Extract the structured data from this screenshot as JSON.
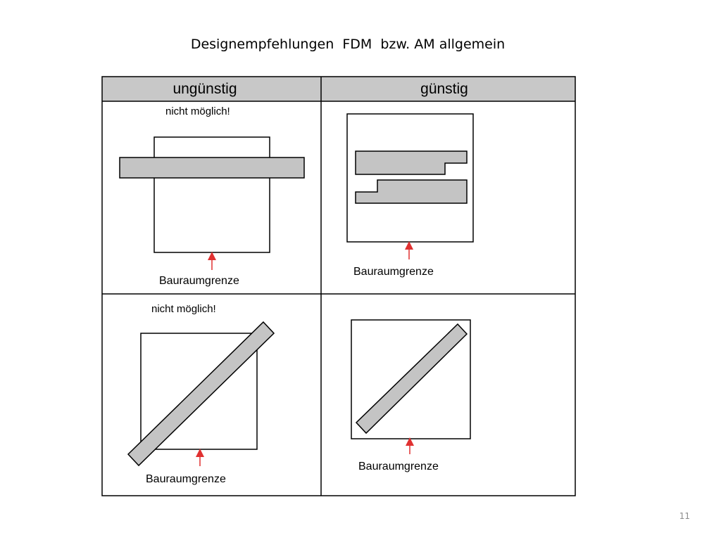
{
  "slide": {
    "title": "Designempfehlungen  FDM  bzw. AM allgemein",
    "page_number": "11"
  },
  "table": {
    "headers": {
      "left": "ungünstig",
      "right": "günstig"
    },
    "cells": {
      "top_left": {
        "note": "nicht möglich!",
        "label": "Bauraumgrenze"
      },
      "top_right": {
        "label": "Bauraumgrenze"
      },
      "bottom_left": {
        "note": "nicht möglich!",
        "label": "Bauraumgrenze"
      },
      "bottom_right": {
        "label": "Bauraumgrenze"
      }
    }
  },
  "colors": {
    "header_fill": "#c8c8c8",
    "part_fill": "#c4c4c4",
    "outline": "#000000",
    "arrow": "#e03131"
  }
}
